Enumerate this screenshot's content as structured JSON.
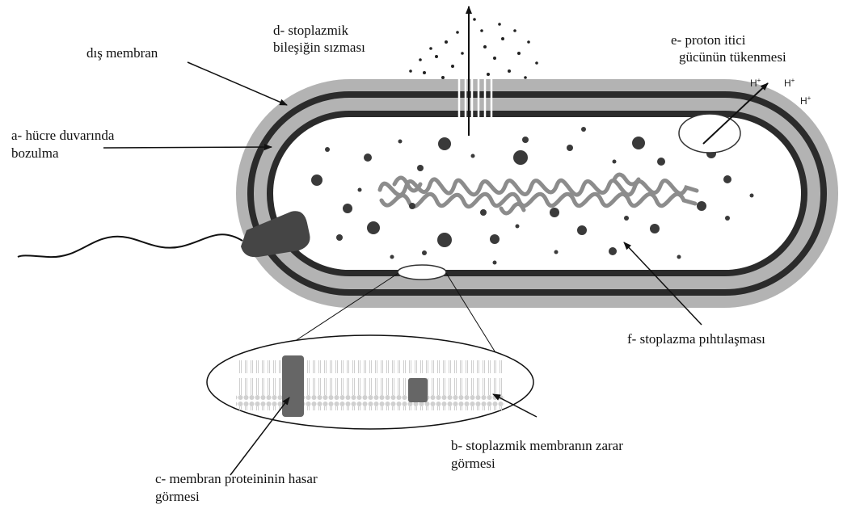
{
  "labels": {
    "outer_membrane": "dış membran",
    "wall_damage_1": "a- hücre duvarında",
    "wall_damage_2": "bozulma",
    "leakage_1": "d- stoplazmik",
    "leakage_2": "bileşiğin sızması",
    "proton_1": "e- proton itici",
    "proton_2": "gücünün tükenmesi",
    "coagulation": "f- stoplazma pıhtılaşması",
    "membrane_damage_1": "b- stoplazmik membranın zarar",
    "membrane_damage_2": "görmesi",
    "protein_damage_1": "c- membran proteininin hasar",
    "protein_damage_2": "görmesi"
  },
  "ions": {
    "h1": "H",
    "h2": "H",
    "h3": "H",
    "charge": "+"
  },
  "colors": {
    "dark_wall": "#2b2b2b",
    "light_wall": "#b3b3b3",
    "cytoplasm": "#ffffff",
    "dna": "#8c8c8c",
    "granule": "#3a3a3a",
    "protein": "#666666"
  }
}
